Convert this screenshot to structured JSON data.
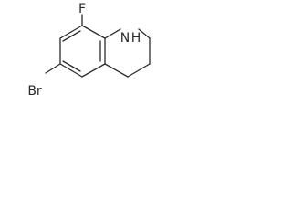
{
  "structure": {
    "atoms": {
      "fluorine": "F",
      "nitrogen": "N",
      "hydrogen": "H",
      "bromine": "Br"
    },
    "colors": {
      "bond": "#2b2b2b",
      "label": "#2b2b2b",
      "background": "#ffffff"
    }
  }
}
